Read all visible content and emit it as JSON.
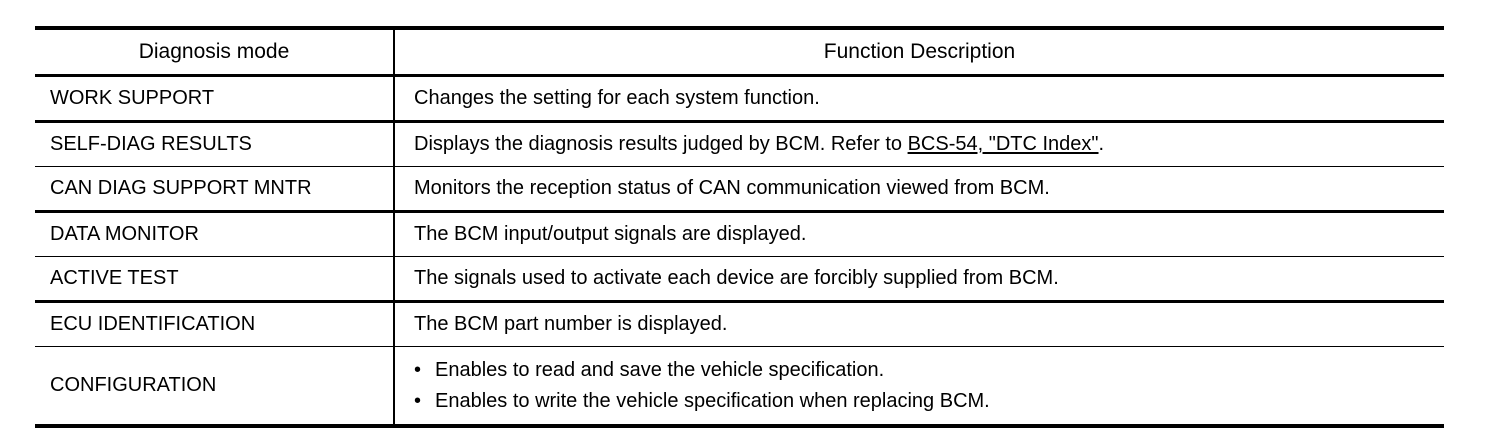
{
  "table": {
    "headers": {
      "mode": "Diagnosis mode",
      "description": "Function Description"
    },
    "rows": [
      {
        "mode": "WORK SUPPORT",
        "description": "Changes the setting for each system function."
      },
      {
        "mode": "SELF-DIAG RESULTS",
        "description_prefix": "Displays the diagnosis results judged by BCM. Refer to ",
        "link_text": "BCS-54, \"DTC  Index\"",
        "description_suffix": "."
      },
      {
        "mode": "CAN DIAG SUPPORT MNTR",
        "description": "Monitors the reception status of CAN communication viewed from BCM."
      },
      {
        "mode": "DATA MONITOR",
        "description": "The BCM input/output signals are displayed."
      },
      {
        "mode": "ACTIVE TEST",
        "description": "The signals used to activate each device are forcibly supplied from BCM."
      },
      {
        "mode": "ECU IDENTIFICATION",
        "description": "The BCM part number is displayed."
      },
      {
        "mode": "CONFIGURATION",
        "bullets": [
          "Enables to read and save the vehicle specification.",
          "Enables to write the vehicle specification when replacing BCM."
        ],
        "bullet_glyph": "•"
      }
    ]
  }
}
